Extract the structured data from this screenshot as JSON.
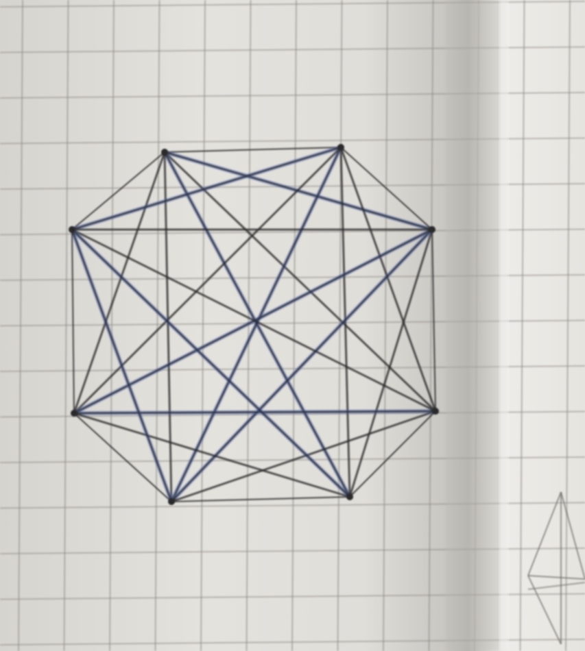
{
  "photo": {
    "subject": "complete-graph-k8",
    "vertex_count": 8,
    "edge_count": 28,
    "colors": {
      "paper": "#e2e0db",
      "paper_shadow": "#bcbab4",
      "grid": "#8f8d88",
      "pencil": "#2a2a2a",
      "blue_highlight": "#4f66b0"
    }
  }
}
